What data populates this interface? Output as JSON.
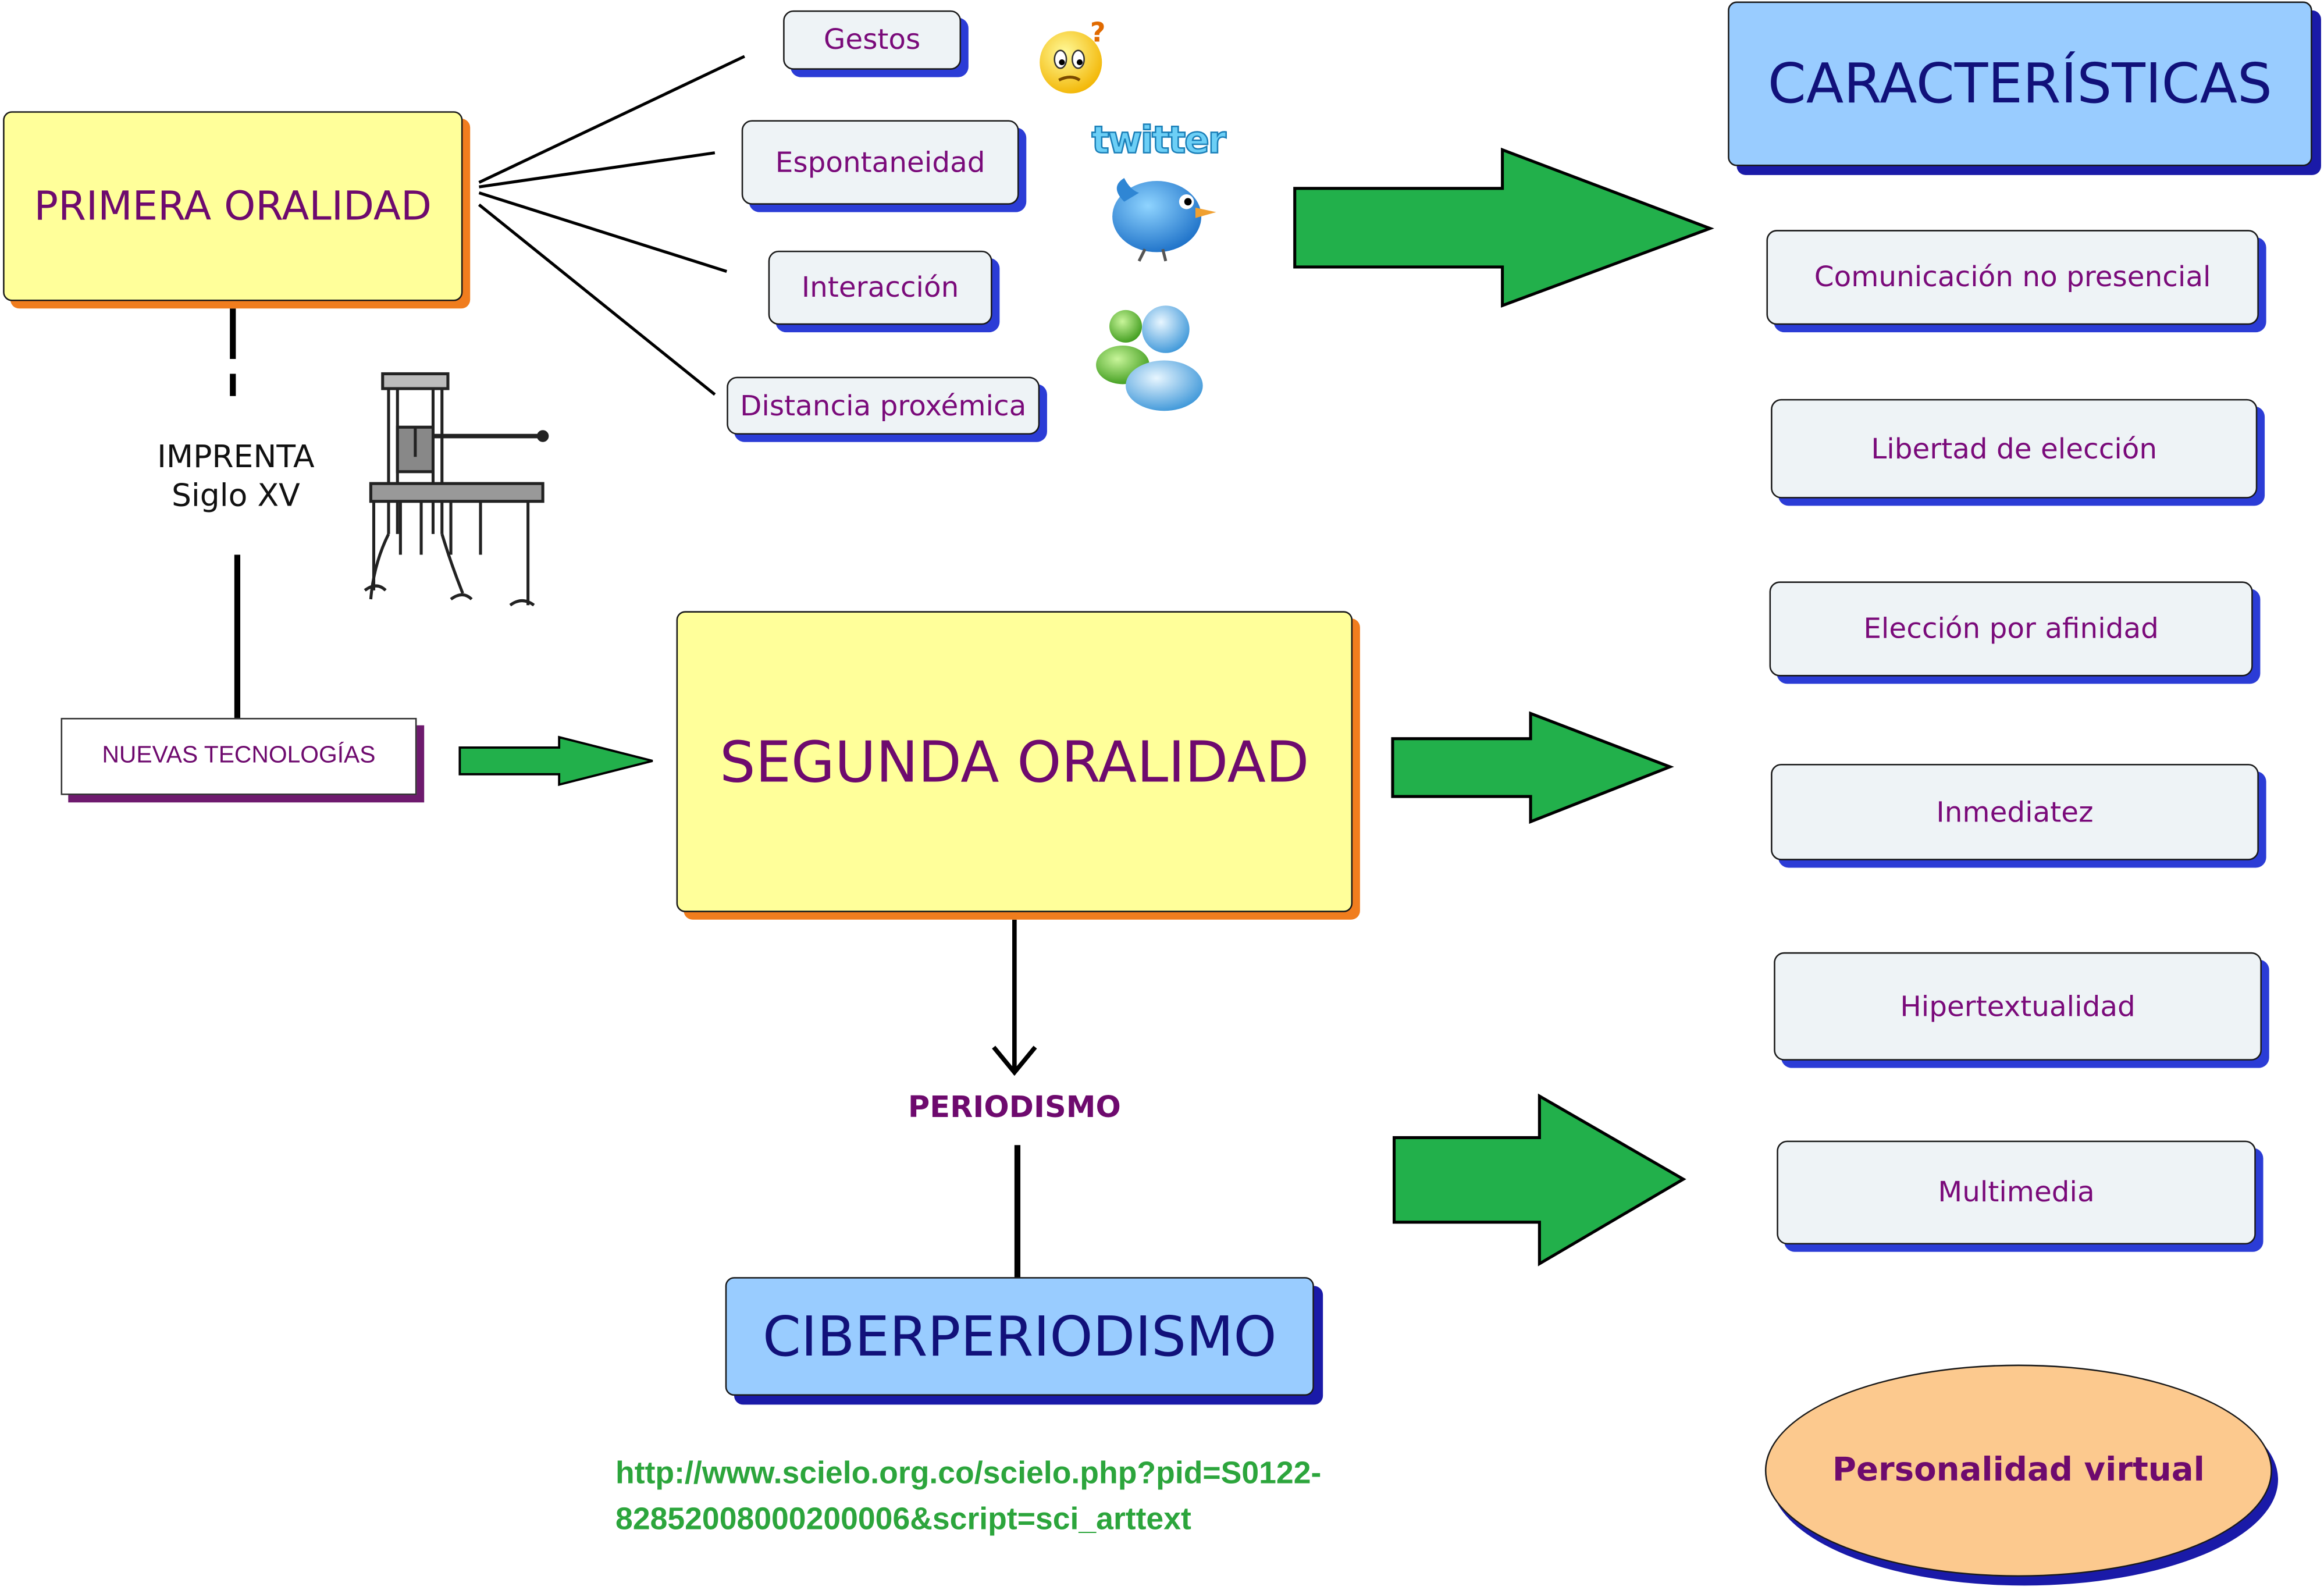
{
  "primera_oralidad": "PRIMERA ORALIDAD",
  "primera_items": [
    "Gestos",
    "Espontaneidad",
    "Interacción",
    "Distancia proxémica"
  ],
  "imprenta": {
    "line1": "IMPRENTA",
    "line2": "Siglo XV"
  },
  "nuevas_tecnologias": "NUEVAS TECNOLOGÍAS",
  "segunda_oralidad": "SEGUNDA ORALIDAD",
  "periodismo": "PERIODISMO",
  "ciberperiodismo": "CIBERPERIODISMO",
  "caracteristicas": "CARACTERÍSTICAS",
  "caracteristicas_items": [
    "Comunicación no presencial",
    "Libertad de elección",
    "Elección por afinidad",
    "Inmediatez",
    "Hipertextualidad",
    "Multimedia"
  ],
  "personalidad_virtual": "Personalidad virtual",
  "source_url": {
    "line1": "http://www.scielo.org.co/scielo.php?pid=S0122-",
    "line2": "82852008000200006&script=sci_arttext"
  },
  "twitter_logo_text": "twitter",
  "colors": {
    "yellow_box": "#ffff9a",
    "orange_shadow": "#f07d1e",
    "purple_text": "#7a0a7a",
    "blue_box": "#99ccff",
    "green_arrow": "#22b04b",
    "url_green": "#2ca53c"
  }
}
